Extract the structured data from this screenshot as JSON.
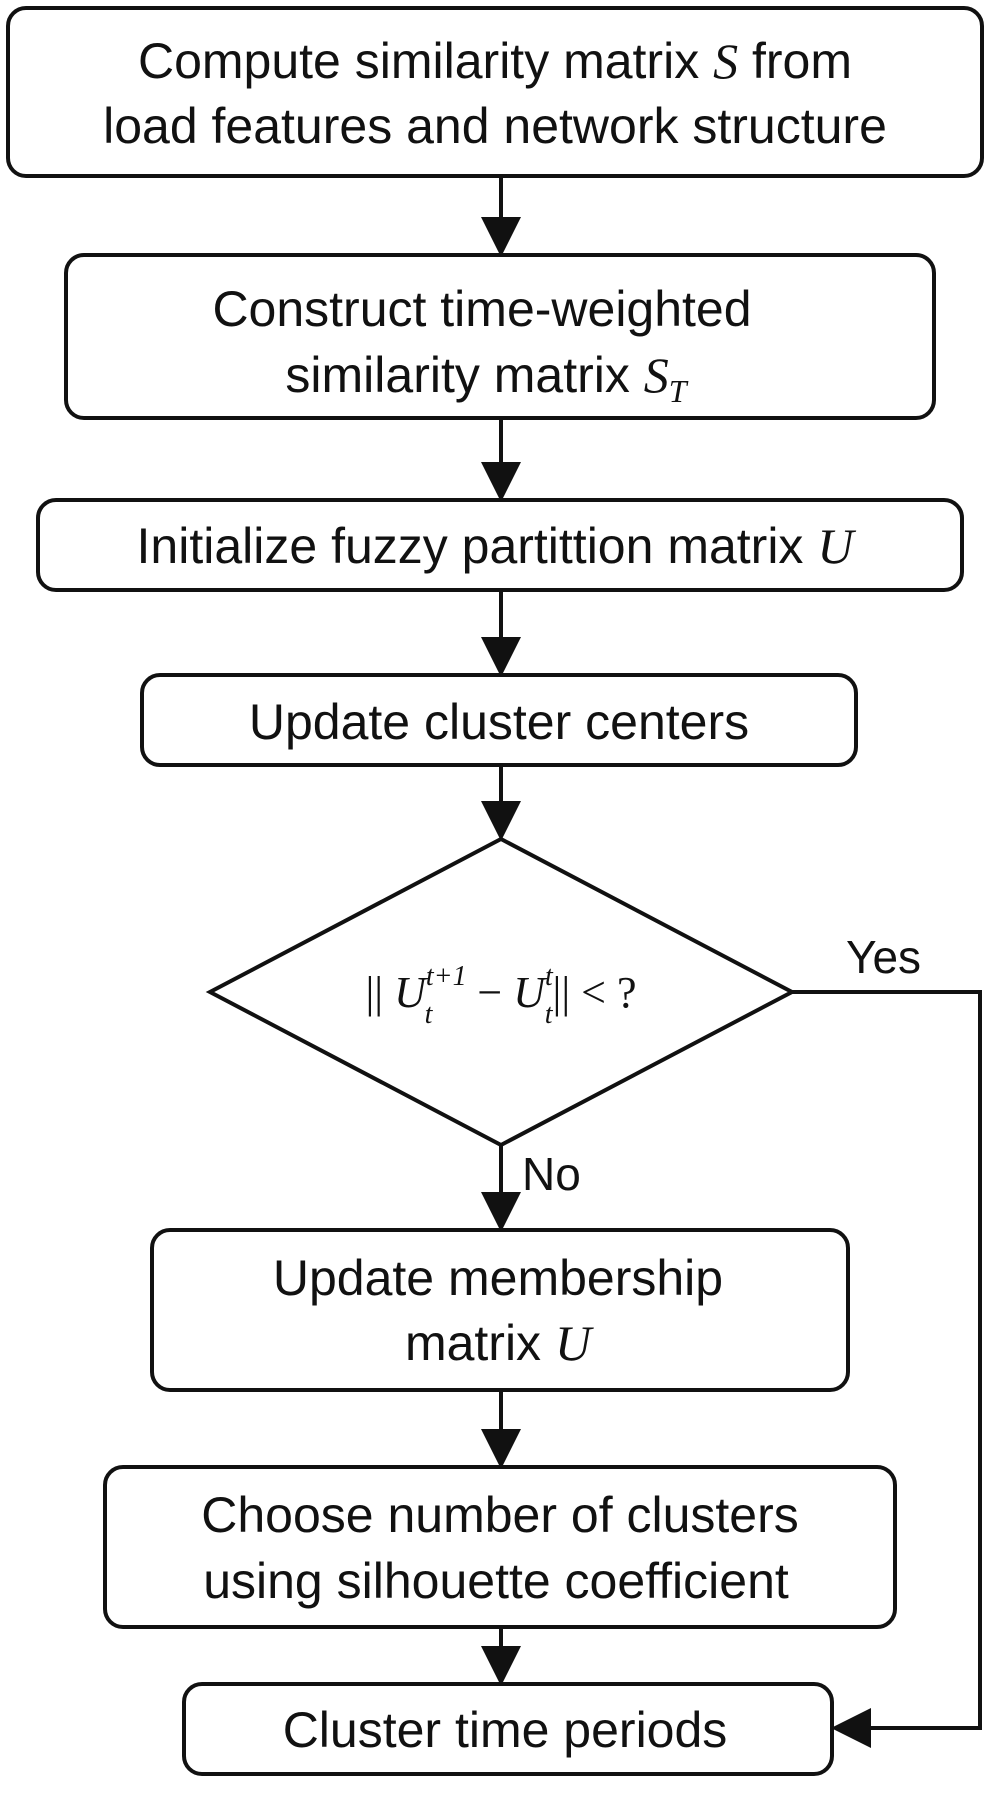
{
  "colors": {
    "stroke": "#111111",
    "background": "#ffffff"
  },
  "nodes": {
    "compute_similarity": {
      "line1_prefix": "Compute similarity matrix",
      "line1_math": "S",
      "line1_suffix": "from",
      "line2": "load features and network structure"
    },
    "construct_time_weighted": {
      "line1": "Construct time-weighted",
      "line2_prefix": "similarity matrix",
      "line2_math": "S",
      "line2_math_sub": "T"
    },
    "initialize_partition": {
      "prefix": "Initialize fuzzy partittion matrix",
      "math": "U"
    },
    "update_centers": {
      "text": "Update cluster centers"
    },
    "convergence_check": {
      "norm_open": "||",
      "u_left": "U",
      "u_left_sup": "t+1",
      "u_left_sub": "t",
      "minus": "−",
      "u_right": "U",
      "u_right_sup": "t",
      "u_right_sub": "t",
      "norm_close": "||",
      "comparison": "< ?"
    },
    "update_membership": {
      "line1": "Update membership",
      "line2_prefix": "matrix",
      "line2_math": "U"
    },
    "choose_clusters": {
      "line1": "Choose number of clusters",
      "line2": "using silhouette coefficient"
    },
    "cluster_periods": {
      "text": "Cluster time periods"
    }
  },
  "edge_labels": {
    "yes": "Yes",
    "no": "No"
  }
}
